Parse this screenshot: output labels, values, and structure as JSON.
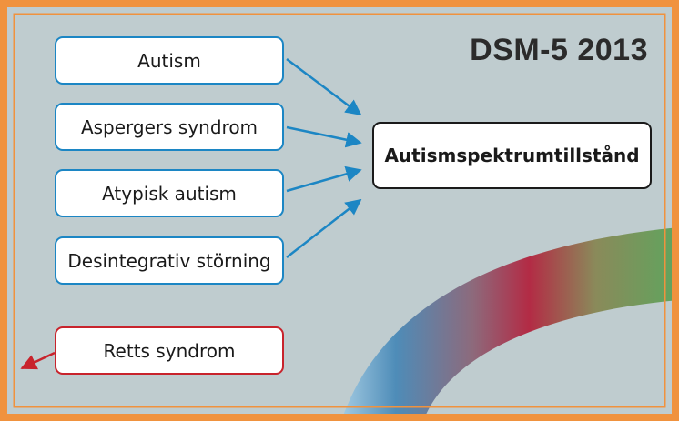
{
  "title": "DSM-5 2013",
  "source_boxes": [
    {
      "label": "Autism"
    },
    {
      "label": "Aspergers syndrom"
    },
    {
      "label": "Atypisk autism"
    },
    {
      "label": "Desintegrativ störning"
    }
  ],
  "target_box": {
    "label": "Autismspektrumtillstånd"
  },
  "excluded_box": {
    "label": "Retts syndrom"
  },
  "colors": {
    "background": "#bfcccf",
    "frame": "#f0923e",
    "blue_accent": "#1c86c4",
    "red_accent": "#c8232c",
    "target_border": "#1a1a1a"
  }
}
